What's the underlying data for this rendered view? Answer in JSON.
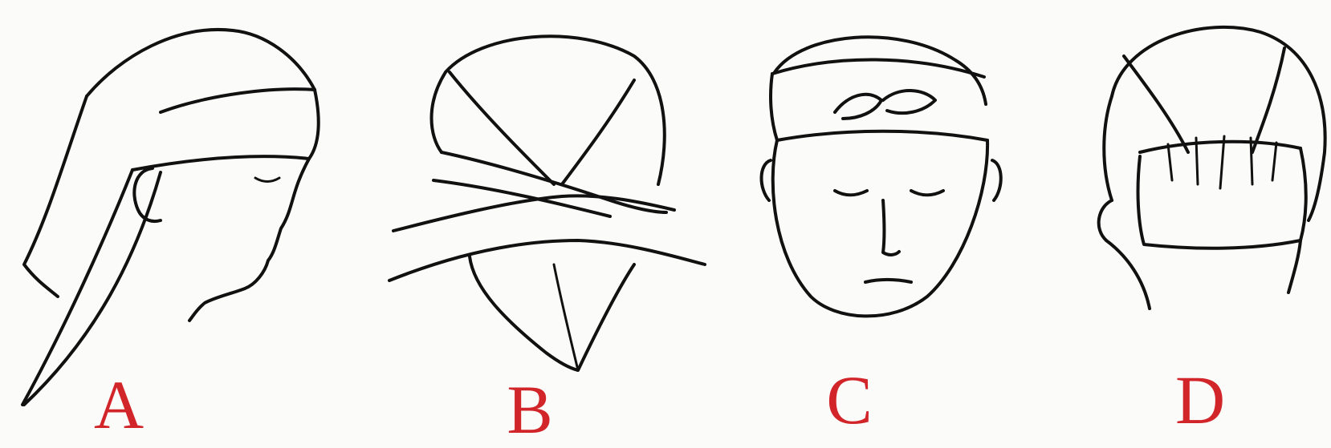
{
  "label_color": "#d2252a",
  "ink_color": "#111111",
  "background_color": "#fbfbf9",
  "panels": [
    {
      "label": "A"
    },
    {
      "label": "B"
    },
    {
      "label": "C"
    },
    {
      "label": "D"
    }
  ]
}
